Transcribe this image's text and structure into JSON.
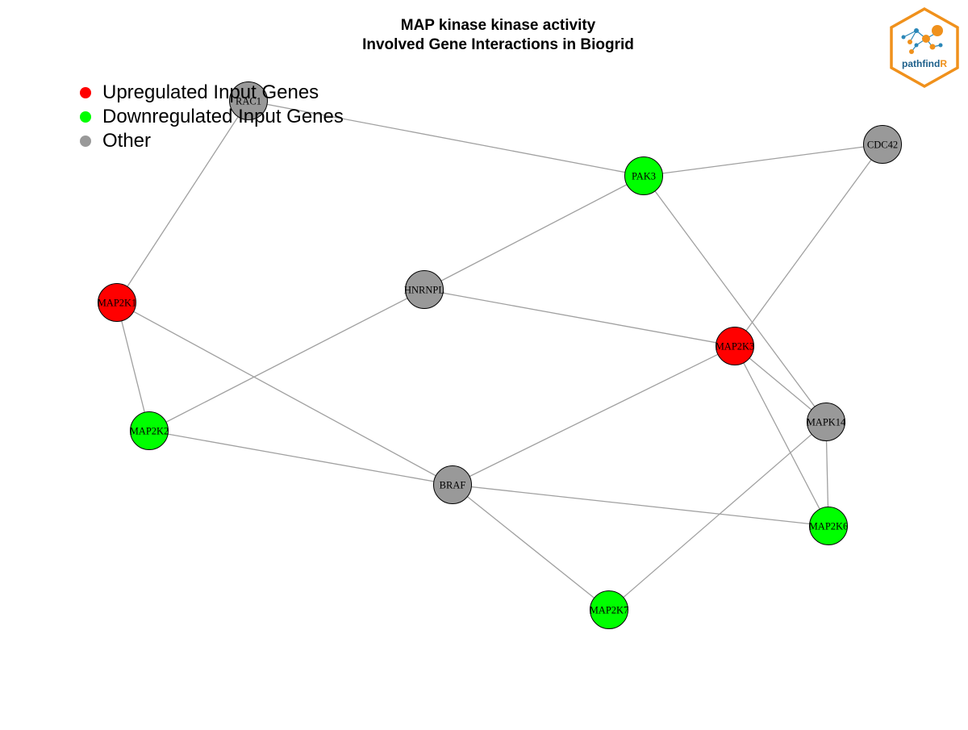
{
  "title": {
    "line1": "MAP kinase kinase activity",
    "line2": "Involved Gene Interactions in Biogrid"
  },
  "legend": [
    {
      "label": "Upregulated Input Genes",
      "color": "#ff0000"
    },
    {
      "label": "Downregulated Input Genes",
      "color": "#00ff00"
    },
    {
      "label": "Other",
      "color": "#999999"
    }
  ],
  "colors": {
    "up": "#ff0000",
    "down": "#00ff00",
    "other": "#999999",
    "edge": "#a0a0a0"
  },
  "graph": {
    "nodes": [
      {
        "id": "RAC1",
        "label": "RAC1",
        "status": "other"
      },
      {
        "id": "CDC42",
        "label": "CDC42",
        "status": "other"
      },
      {
        "id": "PAK3",
        "label": "PAK3",
        "status": "down"
      },
      {
        "id": "HNRNPL",
        "label": "HNRNPL",
        "status": "other"
      },
      {
        "id": "MAP2K1",
        "label": "MAP2K1",
        "status": "up"
      },
      {
        "id": "MAP2K3",
        "label": "MAP2K3",
        "status": "up"
      },
      {
        "id": "MAP2K2",
        "label": "MAP2K2",
        "status": "down"
      },
      {
        "id": "MAPK14",
        "label": "MAPK14",
        "status": "other"
      },
      {
        "id": "BRAF",
        "label": "BRAF",
        "status": "other"
      },
      {
        "id": "MAP2K6",
        "label": "MAP2K6",
        "status": "down"
      },
      {
        "id": "MAP2K7",
        "label": "MAP2K7",
        "status": "down"
      }
    ],
    "edges": [
      [
        "RAC1",
        "PAK3"
      ],
      [
        "RAC1",
        "MAP2K1"
      ],
      [
        "PAK3",
        "CDC42"
      ],
      [
        "PAK3",
        "HNRNPL"
      ],
      [
        "PAK3",
        "MAPK14"
      ],
      [
        "CDC42",
        "MAP2K3"
      ],
      [
        "HNRNPL",
        "MAP2K3"
      ],
      [
        "HNRNPL",
        "MAP2K2"
      ],
      [
        "MAP2K1",
        "MAP2K2"
      ],
      [
        "MAP2K1",
        "BRAF"
      ],
      [
        "MAP2K2",
        "BRAF"
      ],
      [
        "MAP2K3",
        "BRAF"
      ],
      [
        "MAP2K3",
        "MAPK14"
      ],
      [
        "MAP2K3",
        "MAP2K6"
      ],
      [
        "MAPK14",
        "MAP2K6"
      ],
      [
        "MAPK14",
        "MAP2K7"
      ],
      [
        "BRAF",
        "MAP2K6"
      ],
      [
        "BRAF",
        "MAP2K7"
      ]
    ]
  },
  "logo": {
    "text_main": "pathfind",
    "text_accent": "R",
    "colors": {
      "hex": "#f0911c",
      "text": "#1d5f8a",
      "accent": "#f0911c"
    }
  }
}
